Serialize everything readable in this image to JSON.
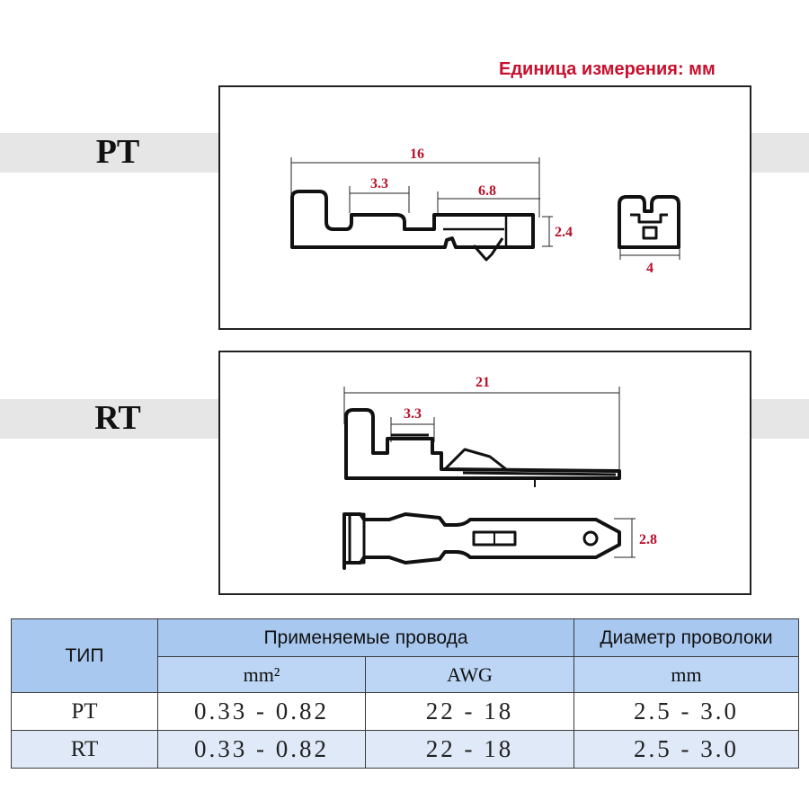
{
  "unit_label": "Единица измерения: мм",
  "sections": {
    "pt": {
      "label": "PT",
      "dims": {
        "overall": "16",
        "crimp": "3.3",
        "contact": "6.8",
        "height": "2.4",
        "width": "4"
      }
    },
    "rt": {
      "label": "RT",
      "dims": {
        "overall": "21",
        "crimp": "3.3",
        "height": "2.8"
      }
    }
  },
  "table": {
    "type_header": "ТИП",
    "wires_header": "Применяемые провода",
    "diameter_header": "Диаметр проволоки",
    "sub_mm2": "mm²",
    "sub_awg": "AWG",
    "sub_mm": "mm",
    "rows": [
      {
        "type": "PT",
        "mm2": "0.33 - 0.82",
        "awg": "22 - 18",
        "diameter": "2.5 - 3.0"
      },
      {
        "type": "RT",
        "mm2": "0.33 - 0.82",
        "awg": "22 - 18",
        "diameter": "2.5 - 3.0"
      }
    ]
  },
  "colors": {
    "dimension_text": "#b8102a",
    "header_fill": "#a9c8ef",
    "band_fill": "#e6e6e6"
  }
}
